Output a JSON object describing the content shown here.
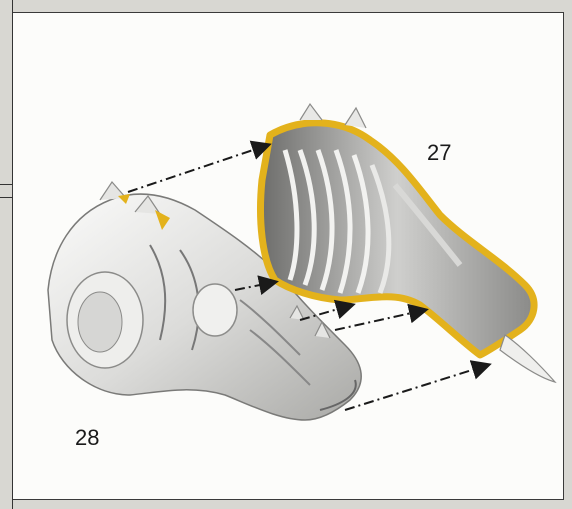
{
  "figure": {
    "labels": {
      "part_a": "27",
      "part_b": "28"
    },
    "colors": {
      "outline": "#e3b21c",
      "background": "#fcfcfa",
      "surface": "#e8e8e6",
      "shadow": "#8d8d8b",
      "arrow": "#1a1a1a"
    },
    "arrow_count": 5
  }
}
